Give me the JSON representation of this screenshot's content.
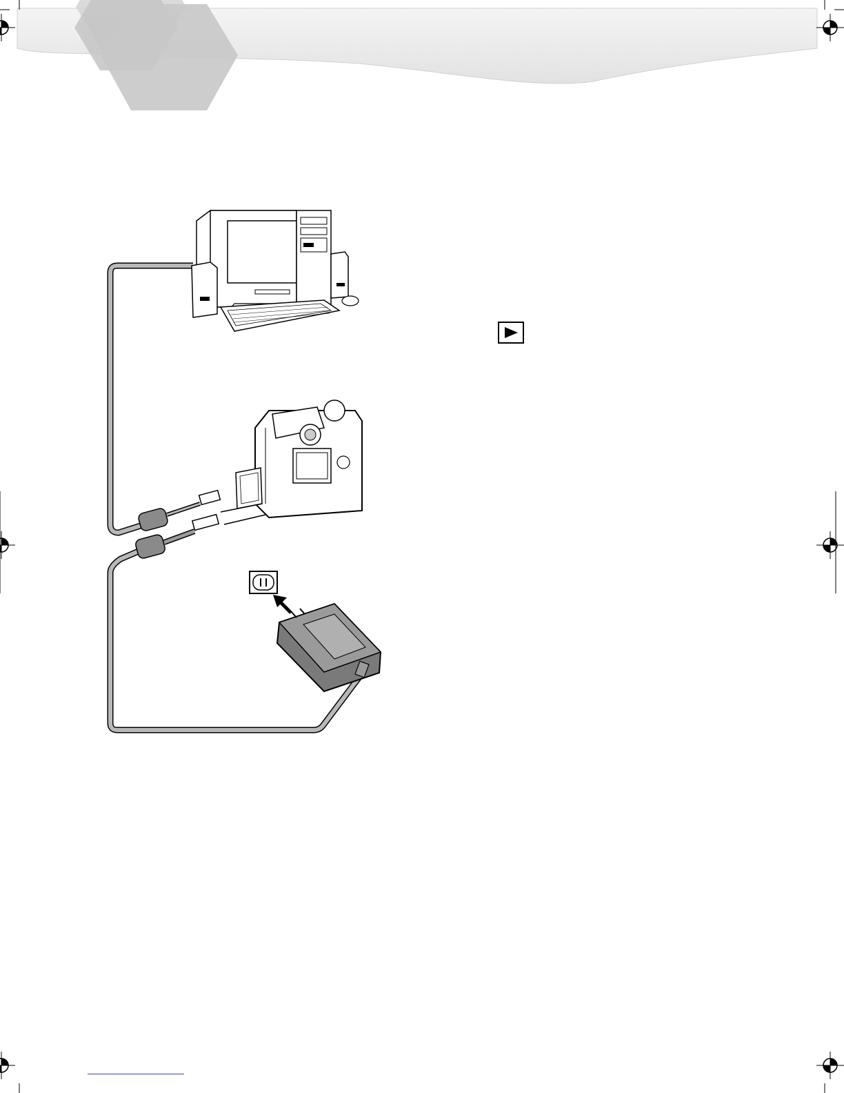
{
  "page": {
    "background": "#ffffff",
    "accent_gray": "#c8c8c8",
    "hex_gray_light": "#d4d4d4",
    "hex_gray_dark": "#bdbdbd"
  },
  "illustration": {
    "parts": [
      "computer-monitor",
      "computer-tower",
      "speakers",
      "keyboard",
      "mouse",
      "usb-cable",
      "digital-camera",
      "memory-card",
      "dc-cable",
      "ac-adaptor",
      "wall-outlet"
    ],
    "playback_icon": "play-triangle-icon",
    "outlet_icon": "outlet-icon"
  }
}
